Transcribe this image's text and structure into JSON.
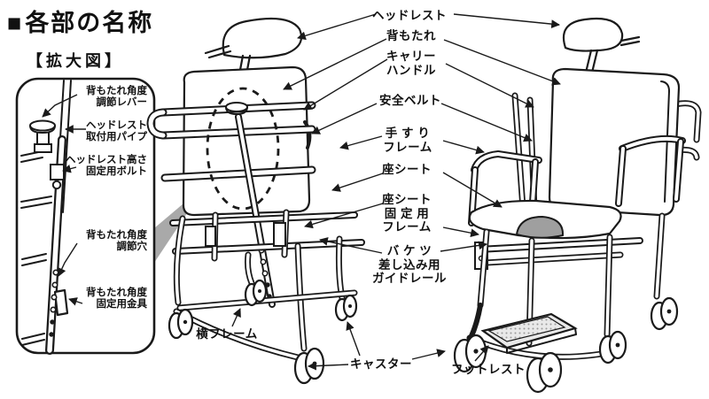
{
  "page": {
    "title_square": "■",
    "title": "各部の名称"
  },
  "enlarged_view": {
    "heading": "【拡大図】",
    "labels": {
      "backrest_angle_lever": "背もたれ角度\n調節レバー",
      "headrest_mount_pipe": "ヘッドレスト\n取付用パイプ",
      "headrest_height_bolt": "ヘッドレスト高さ\n固定用ボルト",
      "backrest_angle_hole": "背もたれ角度\n調節穴",
      "backrest_angle_bracket": "背もたれ角度\n固定用金具"
    }
  },
  "parts": {
    "headrest": "ヘッドレスト",
    "backrest": "背もたれ",
    "carry_handle": "キャリー\nハンドル",
    "safety_belt": "安全ベルト",
    "handrail_frame": "手 す り\nフレーム",
    "seat": "座シート",
    "seat_fixing_frame": "座シート\n固 定 用\nフレーム",
    "bucket_guide_rail": "バ ケ ツ\n差し込み用\nガイドレール",
    "side_frame": "横フレーム",
    "caster": "キャスター",
    "footrest": "フットレスト"
  },
  "colors": {
    "ink": "#1a1a1a",
    "wedge_gray": "#a9a9a9",
    "paper": "#ffffff"
  }
}
